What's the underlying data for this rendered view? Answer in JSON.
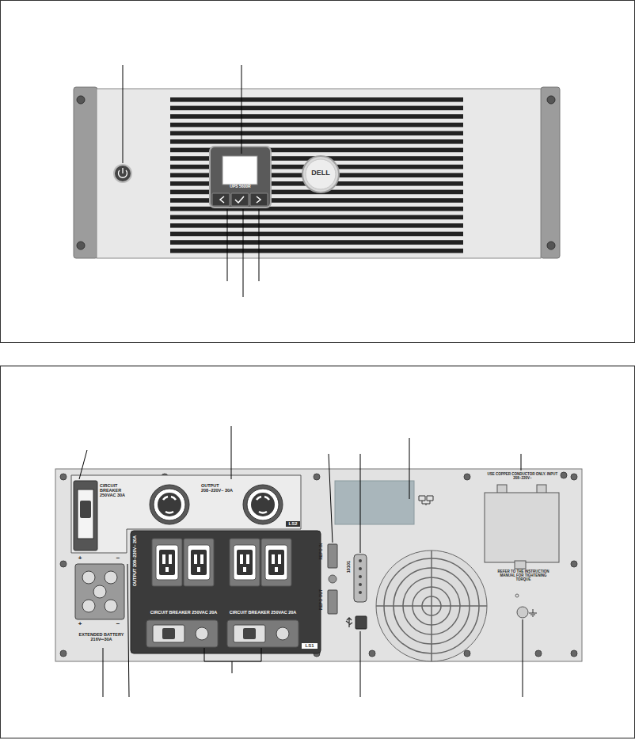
{
  "diagram": {
    "nodes": [
      {
        "text": [
          "UPS 5600R"
        ]
      },
      {
        "text": [
          "CIRCUIT BREAKER 250VAC 30A",
          "OUTPUT 208~220V~ 30A",
          "LS2"
        ]
      },
      {
        "text": [
          "OUTPUT 208~220V~ 20A",
          "CIRCUIT BREAKER 250VAC 20A",
          "CIRCUIT BREAKER 250VAC 20A",
          "LS1"
        ]
      }
    ],
    "labels": [
      "DELL",
      "+",
      "−",
      "+",
      "−",
      "EXTENDED BATTERY 216V⎓30A",
      "REPO IN",
      "REPO OUT",
      "10101",
      "USE COPPER CONDUCTOR ONLY. INPUT 208~220V~",
      "REFER TO THE INSTRUCTION MANUAL FOR TIGHTENING TORQUE"
    ]
  }
}
